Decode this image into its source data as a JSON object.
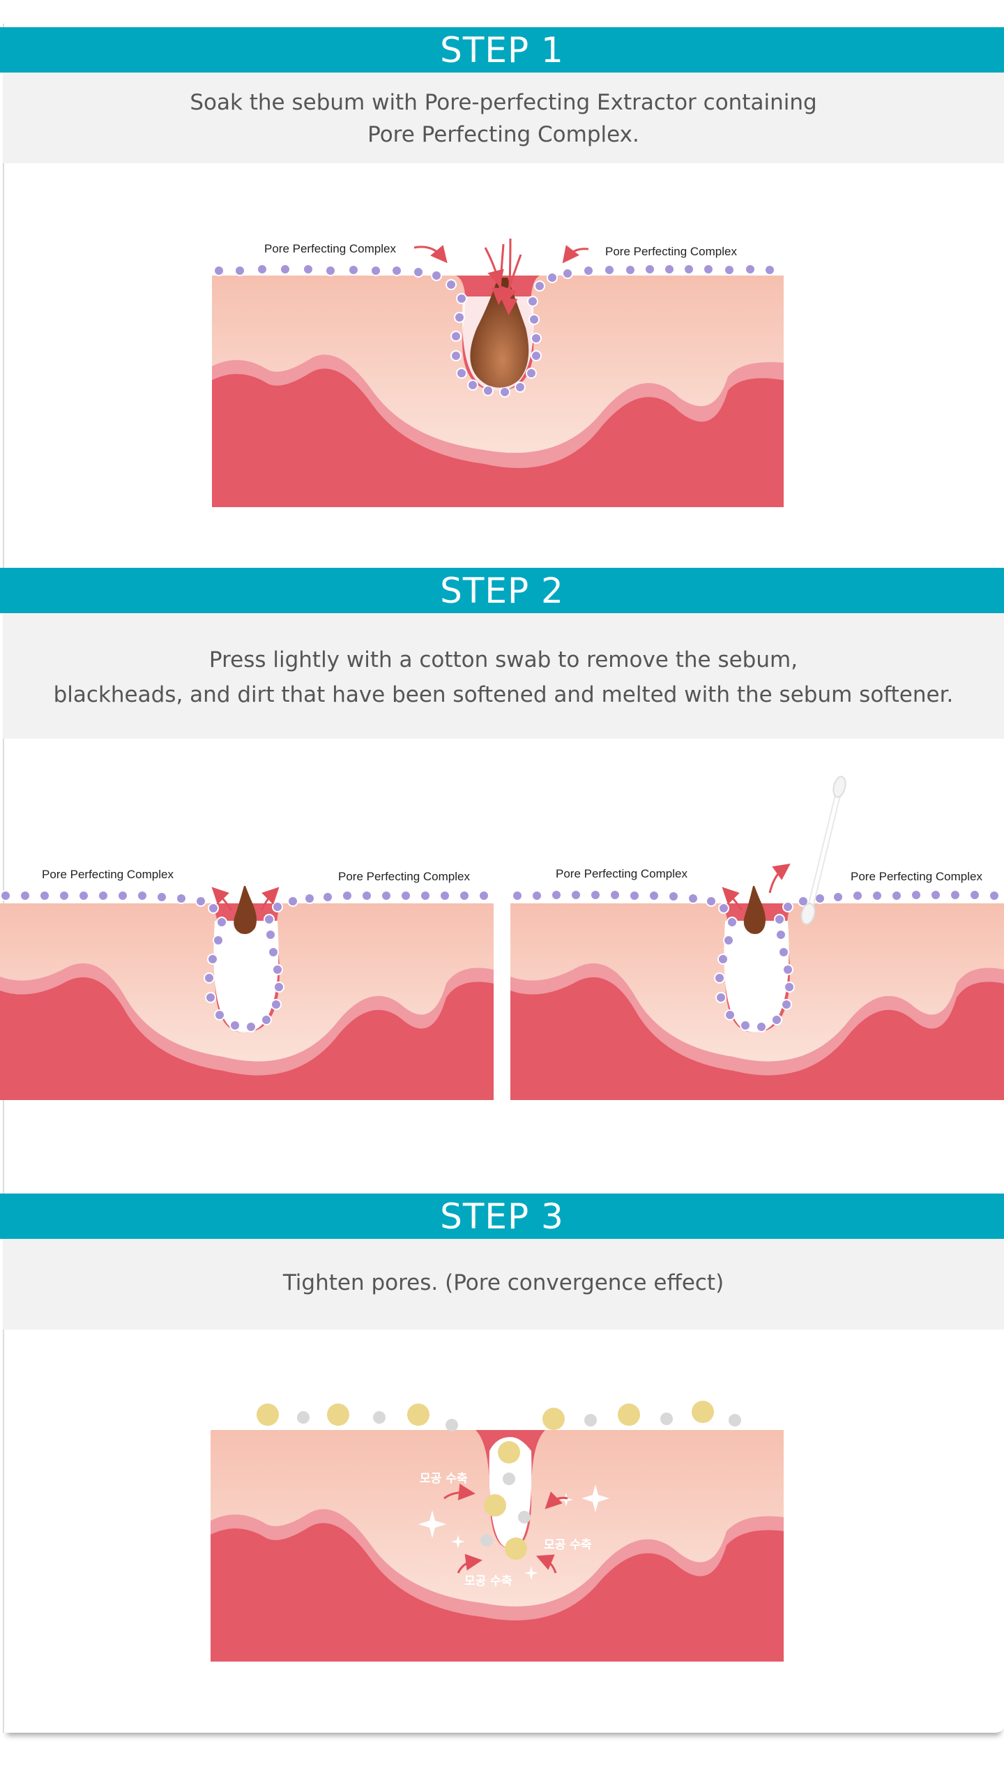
{
  "colors": {
    "accent": "#00a7bf",
    "band": "#f2f2f2",
    "skin_light": "#f7c2b3",
    "skin_mid": "#f09aa2",
    "skin_deep": "#e45a66",
    "complex_dot": "#a595d8",
    "sebum": "#8a4a2a",
    "arrow": "#e0505a",
    "gold_dot": "#ecd68a",
    "grey_dot": "#d8d8d8"
  },
  "steps": [
    {
      "title": "STEP 1",
      "lines": [
        "Soak the sebum with Pore-perfecting Extractor containing",
        "Pore Perfecting Complex."
      ],
      "labels": [
        "Pore Perfecting Complex",
        "Pore Perfecting Complex"
      ]
    },
    {
      "title": "STEP 2",
      "lines": [
        "Press lightly with a cotton swab to remove the sebum,",
        "blackheads, and dirt that have been softened and melted with the sebum softener."
      ],
      "labels": [
        "Pore Perfecting Complex",
        "Pore Perfecting Complex",
        "Pore Perfecting Complex",
        "Pore Perfecting Complex"
      ]
    },
    {
      "title": "STEP 3",
      "lines": [
        "Tighten pores. (Pore convergence effect)"
      ],
      "labels": [
        "모공 수축",
        "모공 수축",
        "모공 수축"
      ]
    }
  ],
  "icons": [
    "sebum-plug-icon",
    "cotton-swab-icon",
    "sparkle-icon",
    "arrow-icon"
  ]
}
